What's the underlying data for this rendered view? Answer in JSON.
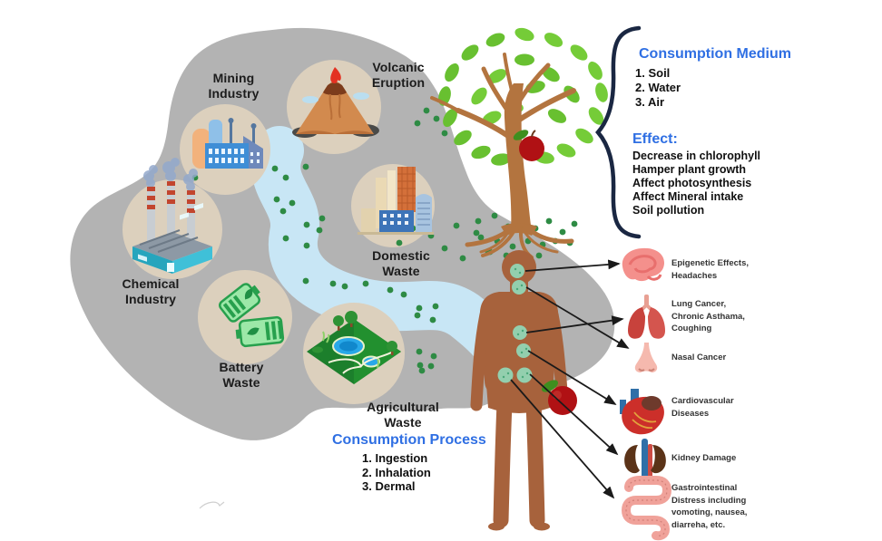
{
  "colors": {
    "landmass_gray": "#b3b3b3",
    "river_blue": "#c8e6f5",
    "circle_tan": "#dcd0bd",
    "dot_green": "#2e8b44",
    "leaf_green": "#68c030",
    "leaf_green_alt": "#75cc38",
    "trunk_brown": "#b3743f",
    "body_brown": "#a7623c",
    "marker_teal": "#93cfae",
    "heading_blue": "#2f6fe3",
    "brace_navy": "#1a2742",
    "apple_red": "#b01114"
  },
  "map": {
    "sources": [
      {
        "id": "mining-industry",
        "icon": "factory-icon",
        "lines": [
          "Mining",
          "Industry"
        ]
      },
      {
        "id": "volcanic-eruption",
        "icon": "volcano-icon",
        "lines": [
          "Volcanic",
          "Eruption"
        ]
      },
      {
        "id": "chemical-industry",
        "icon": "chemical-plant-icon",
        "lines": [
          "Chemical",
          "Industry"
        ]
      },
      {
        "id": "domestic-waste",
        "icon": "city-buildings-icon",
        "lines": [
          "Domestic",
          "Waste"
        ]
      },
      {
        "id": "battery-waste",
        "icon": "battery-icon",
        "lines": [
          "Battery",
          "Waste"
        ]
      },
      {
        "id": "agricultural-waste",
        "icon": "farm-field-icon",
        "lines": [
          "Agricultural",
          "Waste"
        ]
      }
    ]
  },
  "plant_panel": {
    "consumption_medium": {
      "title": "Consumption Medium",
      "items": [
        "1. Soil",
        "2. Water",
        "3. Air"
      ]
    },
    "effect": {
      "title": "Effect:",
      "items": [
        "Decrease in chlorophyll",
        "Hamper plant growth",
        "Affect photosynthesis",
        "Affect Mineral intake",
        "Soil pollution"
      ]
    }
  },
  "consumption_process": {
    "title": "Consumption Process",
    "items": [
      "1. Ingestion",
      "2. Inhalation",
      "3. Dermal"
    ]
  },
  "health_effects": [
    {
      "organ": "brain",
      "icon": "brain-icon",
      "lines": [
        "Epigenetic Effects,",
        "Headaches"
      ]
    },
    {
      "organ": "lungs",
      "icon": "lungs-icon",
      "lines": [
        "Lung Cancer,",
        "Chronic Asthama,",
        "Coughing"
      ]
    },
    {
      "organ": "nose",
      "icon": "nose-icon",
      "lines": [
        "Nasal Cancer"
      ]
    },
    {
      "organ": "heart",
      "icon": "heart-icon",
      "lines": [
        "Cardiovascular",
        "Diseases"
      ]
    },
    {
      "organ": "kidneys",
      "icon": "kidneys-icon",
      "lines": [
        "Kidney Damage"
      ]
    },
    {
      "organ": "intestines",
      "icon": "intestines-icon",
      "lines": [
        "Gastrointestinal",
        "Distress including",
        "vomoting, nausea,",
        "diarreha, etc."
      ]
    }
  ]
}
